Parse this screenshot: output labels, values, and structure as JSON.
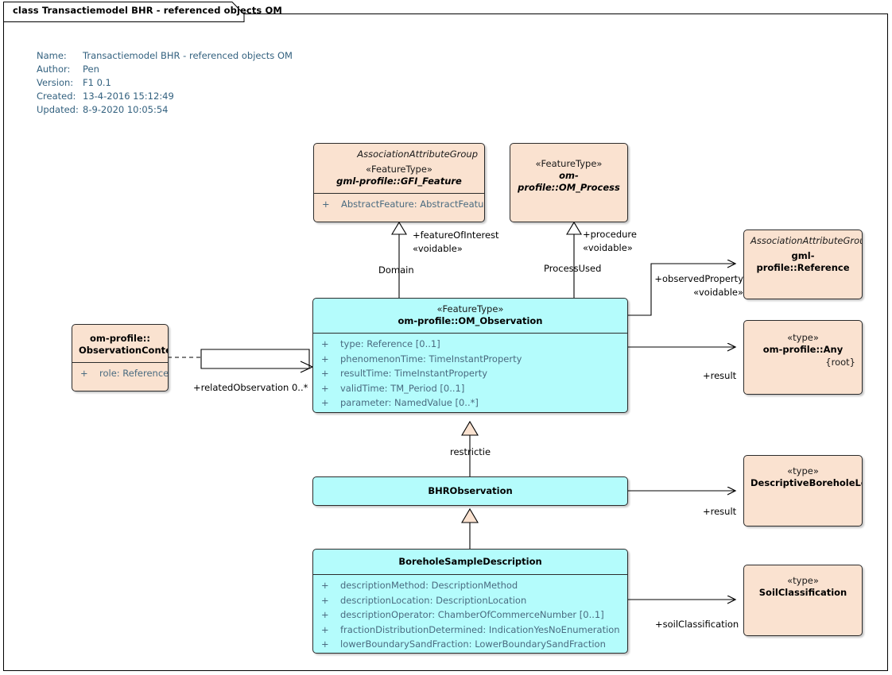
{
  "window": {
    "tab_title": "class Transactiemodel BHR - referenced objects OM"
  },
  "metadata": [
    {
      "key": "Name:",
      "value": "Transactiemodel BHR - referenced objects OM"
    },
    {
      "key": "Author:",
      "value": "Pen"
    },
    {
      "key": "Version:",
      "value": "F1 0.1"
    },
    {
      "key": "Created:",
      "value": "13-4-2016 15:12:49"
    },
    {
      "key": "Updated:",
      "value": "8-9-2020 10:05:54"
    }
  ],
  "colors": {
    "class_fill": "#b4fcfc",
    "type_fill": "#fae2d0",
    "border": "#2b2b2b",
    "attribute_text": "#4a6b80",
    "metadata_text": "#33617f"
  },
  "classes": {
    "gfi_feature": {
      "association_attribute_group": "AssociationAttributeGroup",
      "stereotype": "«FeatureType»",
      "name": "gml-profile::GFI_Feature",
      "attributes": [
        {
          "visibility": "+",
          "text": "AbstractFeature: AbstractFeature"
        }
      ]
    },
    "om_process": {
      "stereotype": "«FeatureType»",
      "name": "om-profile::OM_Process"
    },
    "reference": {
      "association_attribute_group": "AssociationAttributeGroup",
      "name": "gml-profile::Reference"
    },
    "any": {
      "stereotype": "«type»",
      "name": "om-profile::Any",
      "constraint": "{root}"
    },
    "observation_context": {
      "name_line1": "om-profile::",
      "name_line2": "ObservationContext",
      "attributes": [
        {
          "visibility": "+",
          "text": "role: Reference"
        }
      ]
    },
    "om_observation": {
      "stereotype": "«FeatureType»",
      "name": "om-profile::OM_Observation",
      "attributes": [
        {
          "visibility": "+",
          "text": "type: Reference [0..1]"
        },
        {
          "visibility": "+",
          "text": "phenomenonTime: TimeInstantProperty"
        },
        {
          "visibility": "+",
          "text": "resultTime: TimeInstantProperty"
        },
        {
          "visibility": "+",
          "text": "validTime: TM_Period [0..1]"
        },
        {
          "visibility": "+",
          "text": "parameter: NamedValue [0..*]"
        }
      ]
    },
    "bhr_observation": {
      "name": "BHRObservation"
    },
    "borehole_sample_description": {
      "name": "BoreholeSampleDescription",
      "attributes": [
        {
          "visibility": "+",
          "text": "descriptionMethod: DescriptionMethod"
        },
        {
          "visibility": "+",
          "text": "descriptionLocation: DescriptionLocation"
        },
        {
          "visibility": "+",
          "text": "descriptionOperator: ChamberOfCommerceNumber [0..1]"
        },
        {
          "visibility": "+",
          "text": "fractionDistributionDetermined: IndicationYesNoEnumeration"
        },
        {
          "visibility": "+",
          "text": "lowerBoundarySandFraction: LowerBoundarySandFraction"
        }
      ]
    },
    "descriptive_borehole_log": {
      "stereotype": "«type»",
      "name": "DescriptiveBoreholeLog"
    },
    "soil_classification": {
      "stereotype": "«type»",
      "name": "SoilClassification"
    }
  },
  "connector_labels": {
    "feature_of_interest_role": "+featureOfInterest",
    "feature_of_interest_stereotype": "«voidable»",
    "domain": "Domain",
    "procedure_role": "+procedure",
    "procedure_stereotype": "«voidable»",
    "process_used": "ProcessUsed",
    "observed_property_role": "+observedProperty",
    "observed_property_stereotype": "«voidable»",
    "result_any": "+result",
    "related_observation": "+relatedObservation 0..*",
    "restrictie": "restrictie",
    "result_log": "+result",
    "soil_classification": "+soilClassification"
  }
}
